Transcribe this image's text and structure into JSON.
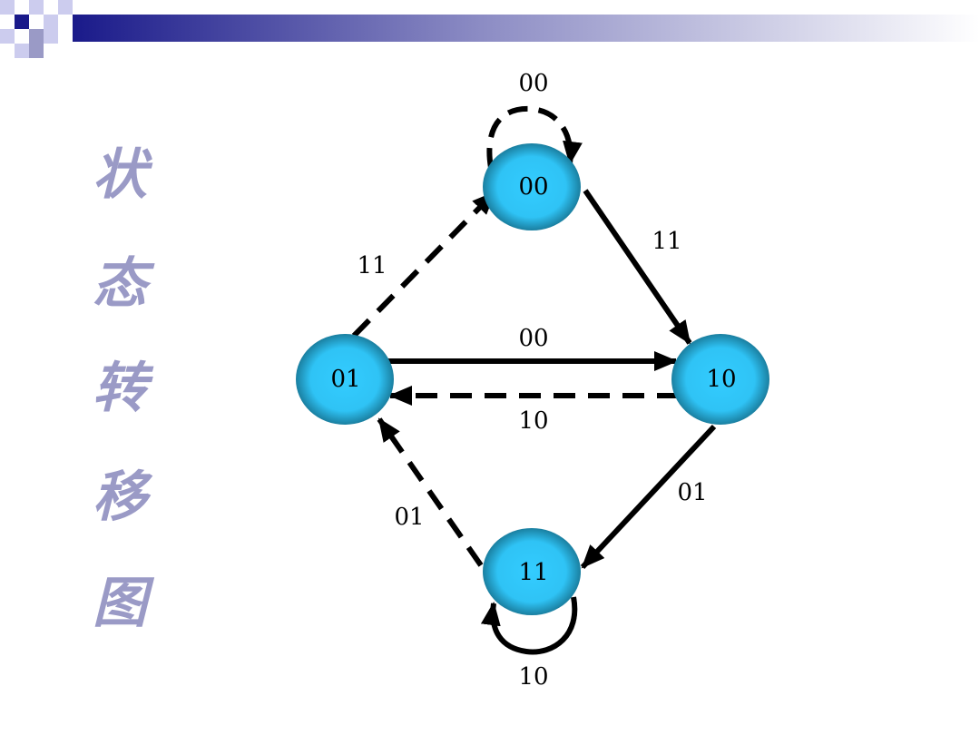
{
  "title": [
    "状",
    "态",
    "转",
    "移",
    "图"
  ],
  "colors": {
    "node_fill": "#33ccff",
    "node_edge": "#1a7fa0",
    "title": "#9a9ac6",
    "header_dark": "#1a1a8a"
  },
  "nodes": [
    {
      "id": "n00",
      "label": "00"
    },
    {
      "id": "n01",
      "label": "01"
    },
    {
      "id": "n10",
      "label": "10"
    },
    {
      "id": "n11",
      "label": "11"
    }
  ],
  "edges": [
    {
      "id": "e00_loop",
      "from": "00",
      "to": "00",
      "label": "00",
      "style": "dashed"
    },
    {
      "id": "e00_10",
      "from": "00",
      "to": "10",
      "label": "11",
      "style": "solid"
    },
    {
      "id": "e01_00",
      "from": "01",
      "to": "00",
      "label": "11",
      "style": "dashed"
    },
    {
      "id": "e01_10",
      "from": "01",
      "to": "10",
      "label": "00",
      "style": "solid"
    },
    {
      "id": "e10_01",
      "from": "10",
      "to": "01",
      "label": "10",
      "style": "dashed"
    },
    {
      "id": "e10_11",
      "from": "10",
      "to": "11",
      "label": "01",
      "style": "solid"
    },
    {
      "id": "e11_01",
      "from": "11",
      "to": "01",
      "label": "01",
      "style": "dashed"
    },
    {
      "id": "e11_loop",
      "from": "11",
      "to": "11",
      "label": "10",
      "style": "solid"
    }
  ]
}
